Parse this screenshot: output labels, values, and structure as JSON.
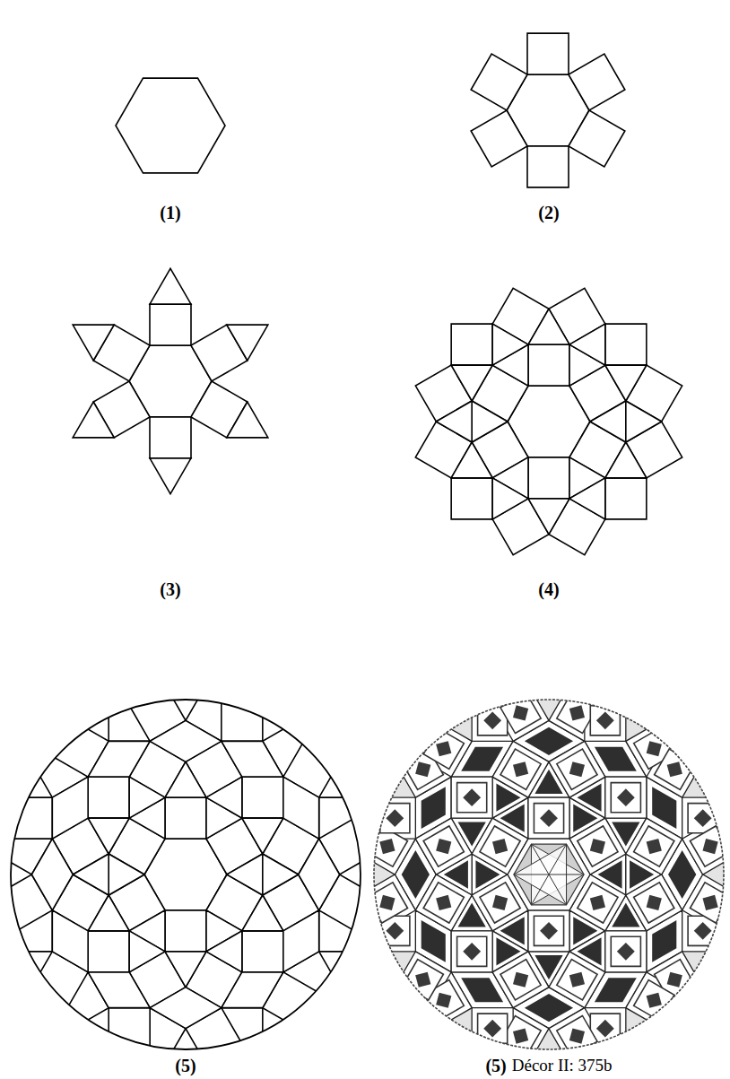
{
  "diagram": {
    "labels": [
      "(1)",
      "(2)",
      "(3)",
      "(4)",
      "(5)",
      "(5)",
      "Décor II: 375b"
    ]
  }
}
